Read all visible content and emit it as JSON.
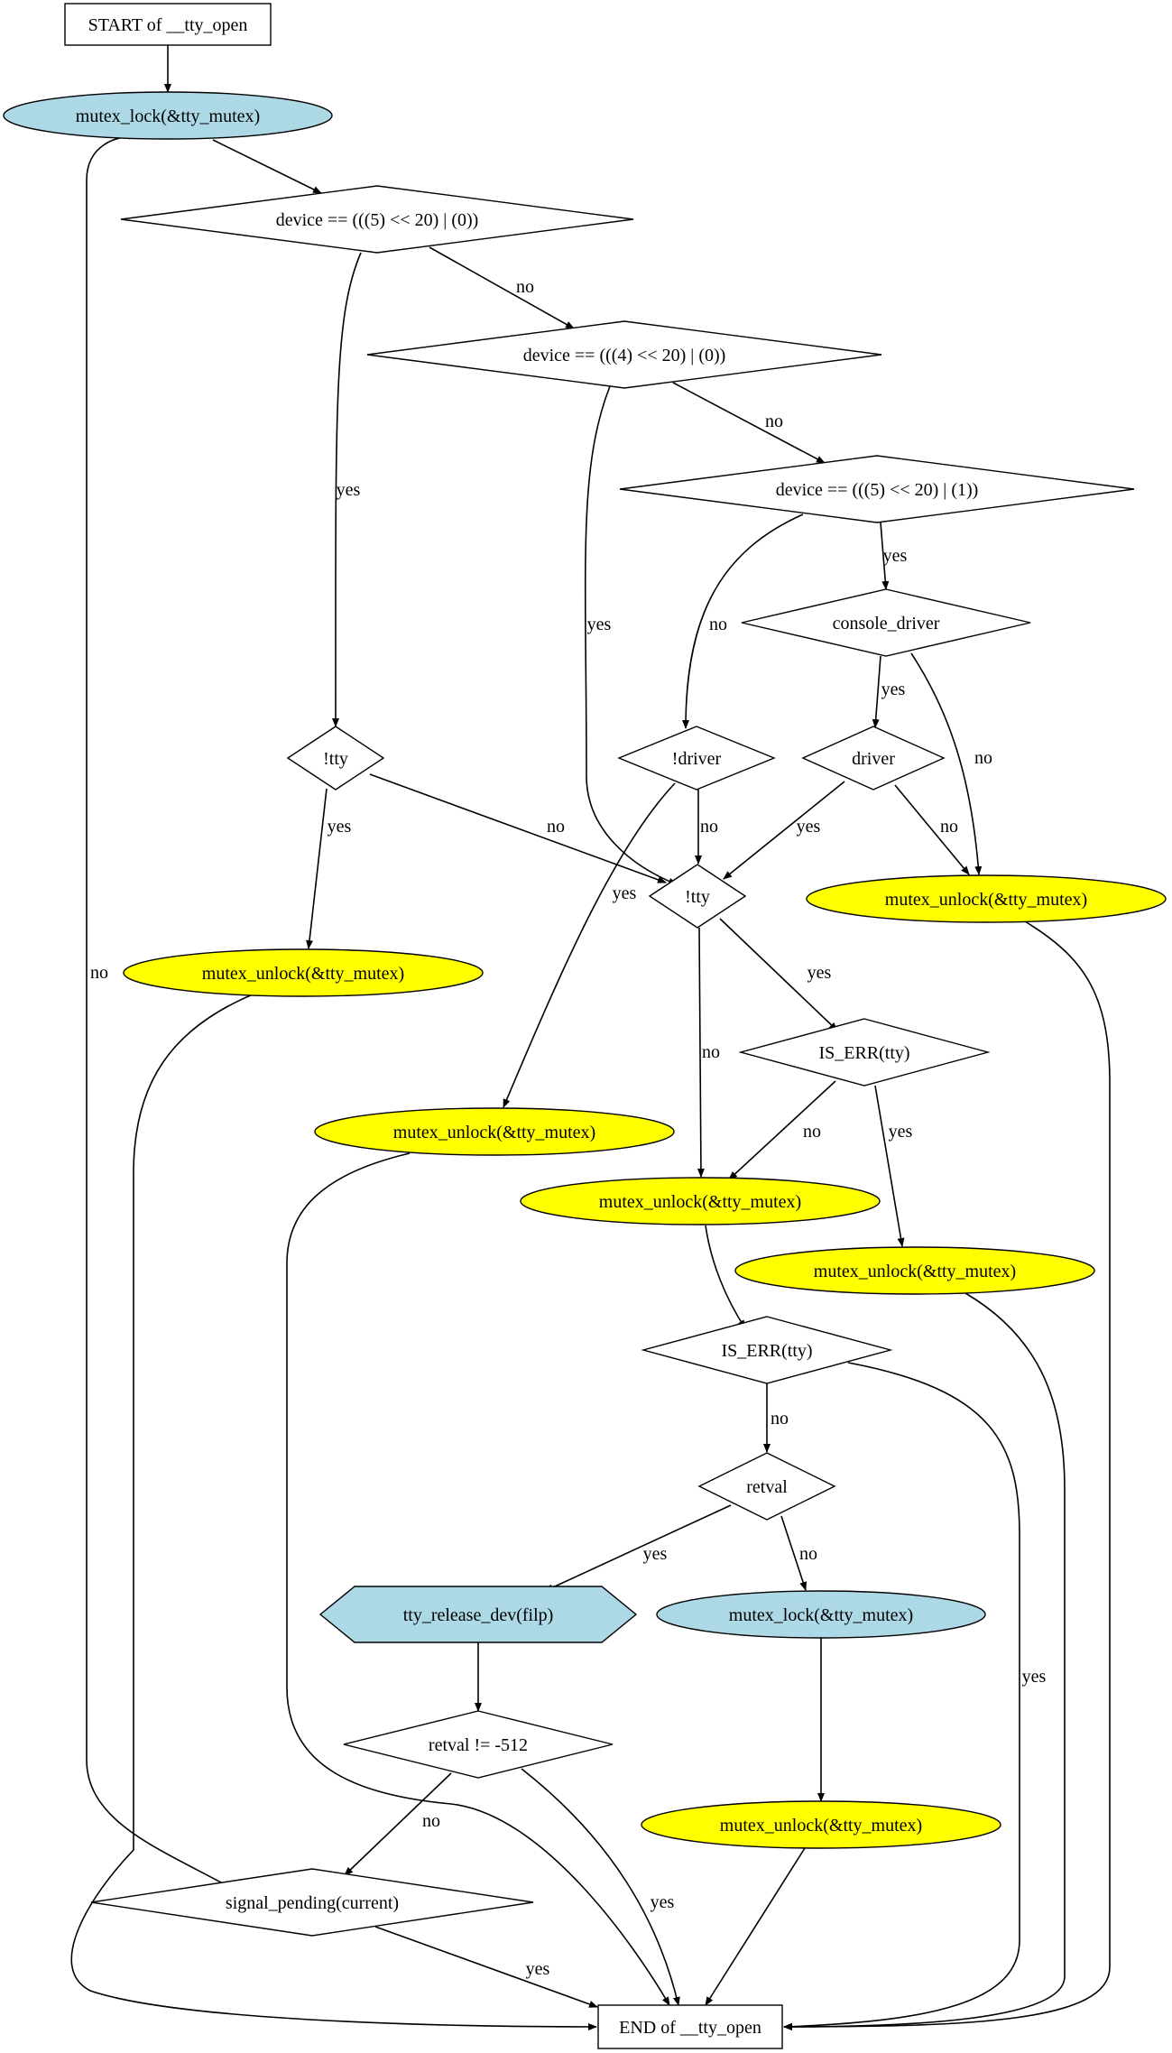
{
  "colors": {
    "white": "#ffffff",
    "light_blue": "#add8e6",
    "yellow": "#ffff00",
    "stroke": "#000000",
    "hex_stroke": "#e6e600"
  },
  "nodes": [
    {
      "id": "start",
      "label": "START of __tty_open",
      "shape": "rect",
      "fill": "white"
    },
    {
      "id": "lock1",
      "label": "mutex_lock(&tty_mutex)",
      "shape": "ellipse",
      "fill": "light_blue"
    },
    {
      "id": "d1",
      "label": "device == (((5) << 20) | (0))",
      "shape": "diamond",
      "fill": "white"
    },
    {
      "id": "d2",
      "label": "device == (((4) << 20) | (0))",
      "shape": "diamond",
      "fill": "white"
    },
    {
      "id": "d3",
      "label": "device == (((5) << 20) | (1))",
      "shape": "diamond",
      "fill": "white"
    },
    {
      "id": "cons",
      "label": "console_driver",
      "shape": "diamond",
      "fill": "white"
    },
    {
      "id": "tty1",
      "label": "!tty",
      "shape": "diamond",
      "fill": "white"
    },
    {
      "id": "ndrv",
      "label": "!driver",
      "shape": "diamond",
      "fill": "white"
    },
    {
      "id": "drv",
      "label": "driver",
      "shape": "diamond",
      "fill": "white"
    },
    {
      "id": "tty2",
      "label": "!tty",
      "shape": "diamond",
      "fill": "white"
    },
    {
      "id": "unlA",
      "label": "mutex_unlock(&tty_mutex)",
      "shape": "ellipse",
      "fill": "yellow"
    },
    {
      "id": "unlB",
      "label": "mutex_unlock(&tty_mutex)",
      "shape": "ellipse",
      "fill": "yellow"
    },
    {
      "id": "iserr1",
      "label": "IS_ERR(tty)",
      "shape": "diamond",
      "fill": "white"
    },
    {
      "id": "unlC",
      "label": "mutex_unlock(&tty_mutex)",
      "shape": "ellipse",
      "fill": "yellow"
    },
    {
      "id": "unlD",
      "label": "mutex_unlock(&tty_mutex)",
      "shape": "ellipse",
      "fill": "yellow"
    },
    {
      "id": "unlE",
      "label": "mutex_unlock(&tty_mutex)",
      "shape": "ellipse",
      "fill": "yellow"
    },
    {
      "id": "iserr2",
      "label": "IS_ERR(tty)",
      "shape": "diamond",
      "fill": "white"
    },
    {
      "id": "retval",
      "label": "retval",
      "shape": "diamond",
      "fill": "white"
    },
    {
      "id": "release",
      "label": "tty_release_dev(filp)",
      "shape": "hexagon",
      "fill": "light_blue"
    },
    {
      "id": "lock2",
      "label": "mutex_lock(&tty_mutex)",
      "shape": "ellipse",
      "fill": "light_blue"
    },
    {
      "id": "rv512",
      "label": "retval != -512",
      "shape": "diamond",
      "fill": "white"
    },
    {
      "id": "unlF",
      "label": "mutex_unlock(&tty_mutex)",
      "shape": "ellipse",
      "fill": "yellow"
    },
    {
      "id": "sig",
      "label": "signal_pending(current)",
      "shape": "diamond",
      "fill": "white"
    },
    {
      "id": "end",
      "label": "END of __tty_open",
      "shape": "rect",
      "fill": "white"
    }
  ],
  "edges": [
    {
      "id": "e-start-lock1",
      "label": ""
    },
    {
      "id": "e-lock1-d1",
      "label": ""
    },
    {
      "id": "e-d1-d2",
      "label": "no"
    },
    {
      "id": "e-d1-tty1",
      "label": "yes"
    },
    {
      "id": "e-d2-d3",
      "label": "no"
    },
    {
      "id": "e-d2-tty2",
      "label": "yes"
    },
    {
      "id": "e-d3-cons",
      "label": "yes"
    },
    {
      "id": "e-d3-ndrv",
      "label": "no"
    },
    {
      "id": "e-cons-drv",
      "label": "yes"
    },
    {
      "id": "e-cons-unlA",
      "label": "no"
    },
    {
      "id": "e-drv-tty2",
      "label": "yes"
    },
    {
      "id": "e-drv-unlA",
      "label": "no"
    },
    {
      "id": "e-ndrv-tty2",
      "label": "no"
    },
    {
      "id": "e-ndrv-unlC",
      "label": "yes"
    },
    {
      "id": "e-tty1-tty2",
      "label": "no"
    },
    {
      "id": "e-tty1-unlB",
      "label": "yes"
    },
    {
      "id": "e-tty2-iserr1",
      "label": "yes"
    },
    {
      "id": "e-tty2-unlD",
      "label": "no"
    },
    {
      "id": "e-iserr1-unlD",
      "label": "no"
    },
    {
      "id": "e-iserr1-unlE",
      "label": "yes"
    },
    {
      "id": "e-unlD-iserr2",
      "label": ""
    },
    {
      "id": "e-iserr2-retval",
      "label": "no"
    },
    {
      "id": "e-iserr2-end",
      "label": "yes"
    },
    {
      "id": "e-retval-release",
      "label": "yes"
    },
    {
      "id": "e-retval-lock2",
      "label": "no"
    },
    {
      "id": "e-release-rv512",
      "label": ""
    },
    {
      "id": "e-lock2-unlF",
      "label": ""
    },
    {
      "id": "e-rv512-sig",
      "label": "no"
    },
    {
      "id": "e-rv512-end",
      "label": "yes"
    },
    {
      "id": "e-sig-end",
      "label": "yes"
    },
    {
      "id": "e-sig-lock1",
      "label": "no"
    },
    {
      "id": "e-unlA-end",
      "label": ""
    },
    {
      "id": "e-unlB-end",
      "label": ""
    },
    {
      "id": "e-unlC-end",
      "label": ""
    },
    {
      "id": "e-unlE-end",
      "label": ""
    },
    {
      "id": "e-unlF-end",
      "label": ""
    }
  ]
}
